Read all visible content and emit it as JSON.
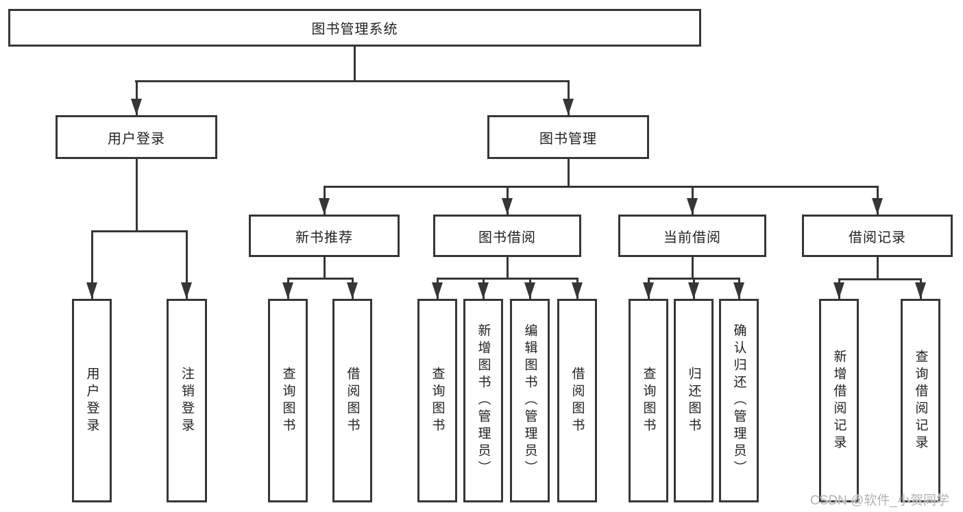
{
  "tree": {
    "label": "图书管理系统",
    "children": [
      {
        "label": "用户登录",
        "children": [
          {
            "label": "用户登录"
          },
          {
            "label": "注销登录"
          }
        ]
      },
      {
        "label": "图书管理",
        "children": [
          {
            "label": "新书推荐",
            "children": [
              {
                "label": "查询图书"
              },
              {
                "label": "借阅图书"
              }
            ]
          },
          {
            "label": "图书借阅",
            "children": [
              {
                "label": "查询图书"
              },
              {
                "label": "新增图书（管理员）"
              },
              {
                "label": "编辑图书（管理员）"
              },
              {
                "label": "借阅图书"
              }
            ]
          },
          {
            "label": "当前借阅",
            "children": [
              {
                "label": "查询图书"
              },
              {
                "label": "归还图书"
              },
              {
                "label": "确认归还（管理员）"
              }
            ]
          },
          {
            "label": "借阅记录",
            "children": [
              {
                "label": "新增借阅记录"
              },
              {
                "label": "查询借阅记录"
              }
            ]
          }
        ]
      }
    ]
  },
  "watermark": {
    "text": "CSDN @软件_小贺同学"
  },
  "colors": {
    "line": "#363636",
    "box_border": "#363636",
    "text": "#222222",
    "watermark": "#b3b3b3",
    "background": "#ffffff"
  }
}
